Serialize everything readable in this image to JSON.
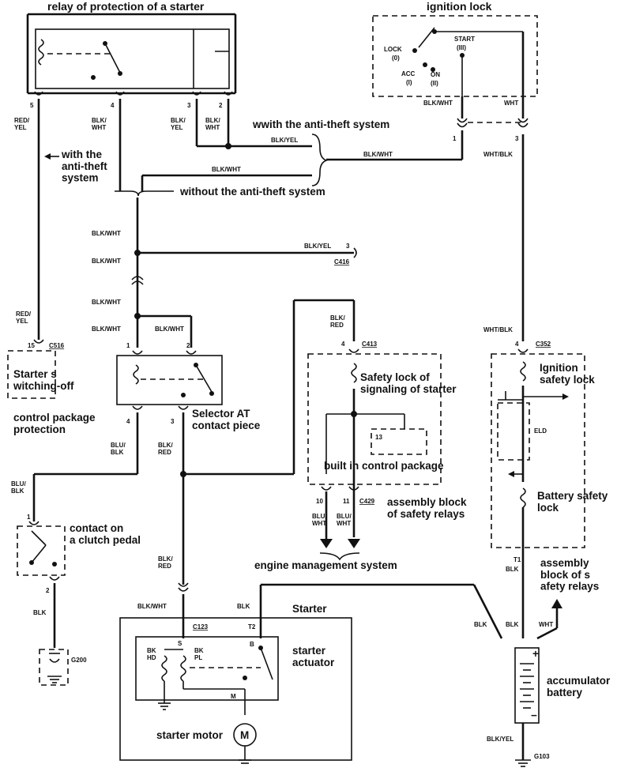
{
  "title": "relay of protection of a starter",
  "ignition_lock": {
    "title": "ignition lock",
    "lock": "LOCK",
    "lock_pos": "(0)",
    "acc": "ACC",
    "acc_pos": "(I)",
    "on": "ON",
    "on_pos": "(II)",
    "start": "START",
    "start_pos": "(III)"
  },
  "relay_pins": [
    "5",
    "4",
    "3",
    "2"
  ],
  "wires": {
    "red_yel": "RED/\nYEL",
    "blk_wht": "BLK/\nWHT",
    "blk_yel": "BLK/\nYEL",
    "blk_wht_2": "BLK/\nWHT",
    "blk_yel_h": "BLK/YEL",
    "blk_wht_h": "BLK/WHT",
    "blk_wht_h2": "BLK/WHT",
    "blk_wht_lock": "BLK/WHT",
    "wht": "WHT",
    "wht_blk": "WHT/BLK",
    "blk_wht_v1": "BLK/WHT",
    "blk_wht_v2": "BLK/WHT",
    "blk_wht_v3": "BLK/WHT",
    "blk_wht_v4": "BLK/WHT",
    "blk_wht_sel": "BLK/WHT",
    "blk_yel_c416": "BLK/YEL",
    "red_yel2": "RED/\nYEL",
    "blk_red": "BLK/\nRED",
    "blu_blk": "BLU/\nBLK",
    "blk_red2": "BLK/\nRED",
    "blu_blk2": "BLU/\nBLK",
    "blk_red3": "BLK/\nRED",
    "blu_wht": "BLU/\nWHT",
    "blu_wht2": "BLU/\nWHT",
    "wht_blk2": "WHT/BLK",
    "blk_wht_starter": "BLK/WHT",
    "blk": "BLK",
    "blk_g200": "BLK",
    "blk_bat1": "BLK",
    "blk_bat2": "BLK",
    "wht_bat": "WHT",
    "blk_t1": "BLK",
    "blk_yel_g103": "BLK/YEL"
  },
  "labels": {
    "with_antitheft": "wwith the anti-theft system",
    "with_antitheft_left": "with the\nanti-theft\nsystem",
    "without_antitheft": "without the anti-theft system",
    "starter_switching": "Starter s\nwitching-off",
    "control_package": "control package\nprotection",
    "selector": "Selector AT\ncontact piece",
    "safety_lock": "Safety lock of\nsignaling of starter",
    "built_in": "built in control package",
    "assembly_block": "assembly block\nof safety relays",
    "engine_mgmt": "engine management system",
    "ignition_safety": "Ignition\nsafety lock",
    "battery_safety": "Battery safety\nlock",
    "assembly_block2": "assembly\nblock of s\nafety relays",
    "clutch": "contact on\na clutch pedal",
    "starter": "Starter",
    "starter_actuator": "starter\nactuator",
    "starter_motor": "starter motor",
    "accumulator": "accumulator\nbattery",
    "eld": "ELD"
  },
  "connectors": {
    "c416": "C416",
    "c516": "C516",
    "c413": "C413",
    "c352": "C352",
    "c429": "C429",
    "c123": "C123",
    "g200": "G200",
    "g103": "G103"
  },
  "pins": {
    "p3_c416": "3",
    "p15": "15",
    "p1": "1",
    "p2": "2",
    "p4": "4",
    "p3": "3",
    "p4_c413": "4",
    "p4_c352": "4",
    "p13": "13",
    "p10": "10",
    "p11": "11",
    "p1_clutch": "1",
    "p2_clutch": "2",
    "pT1": "T1",
    "pT2": "T2",
    "pS": "S",
    "pB": "B",
    "pM": "M",
    "p1_lock": "1",
    "p3_lock": "3",
    "bkhd": "BK\nHD",
    "bkpl": "BK\nPL",
    "plus": "+",
    "minus": "−",
    "motor": "M"
  }
}
